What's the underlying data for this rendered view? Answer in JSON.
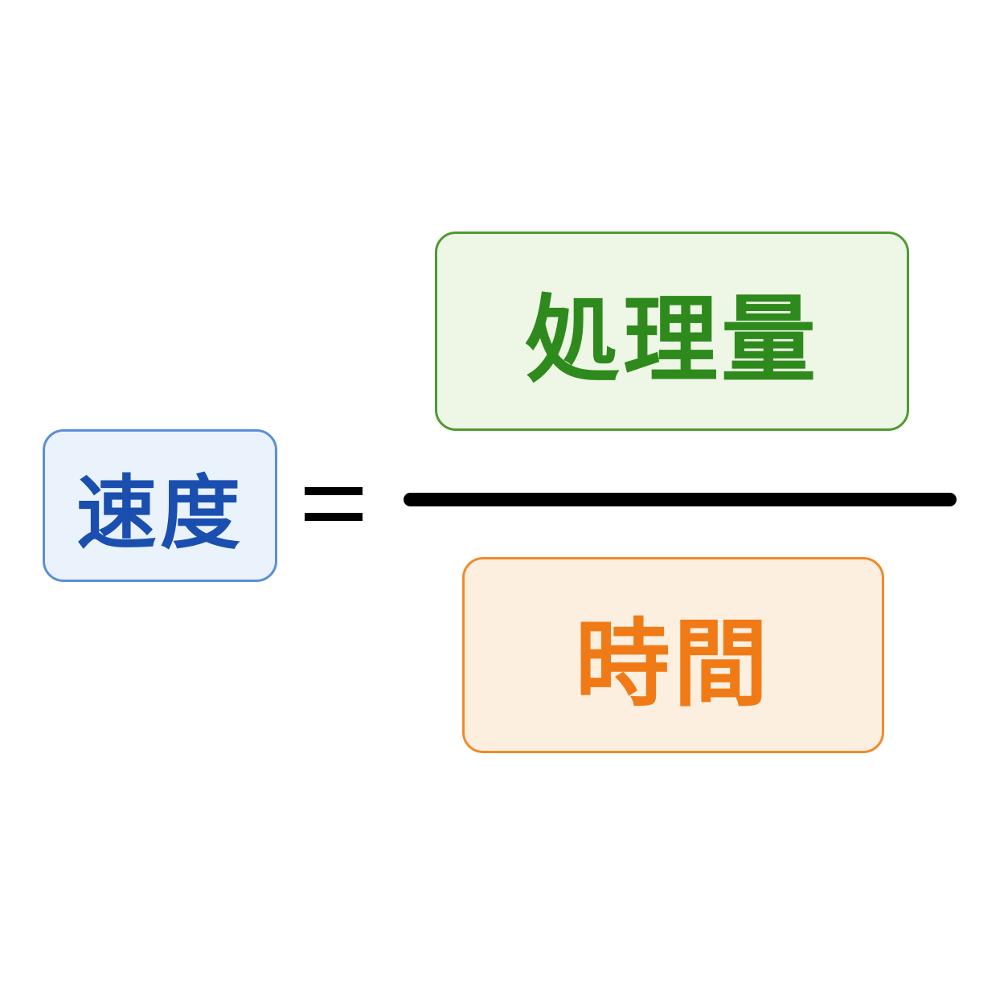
{
  "formula": {
    "lhs": {
      "text": "速度",
      "text_color": "#1a4fb0",
      "border_color": "#5a8fd8",
      "fill_color": "#eaf2fc"
    },
    "operator": "=",
    "numerator": {
      "text": "処理量",
      "text_color": "#2e8a1c",
      "border_color": "#4f9a32",
      "fill_color": "#eef7e6"
    },
    "denominator": {
      "text": "時間",
      "text_color": "#f07b16",
      "border_color": "#f08a2a",
      "fill_color": "#fdefe0"
    },
    "line_color": "#000000"
  }
}
